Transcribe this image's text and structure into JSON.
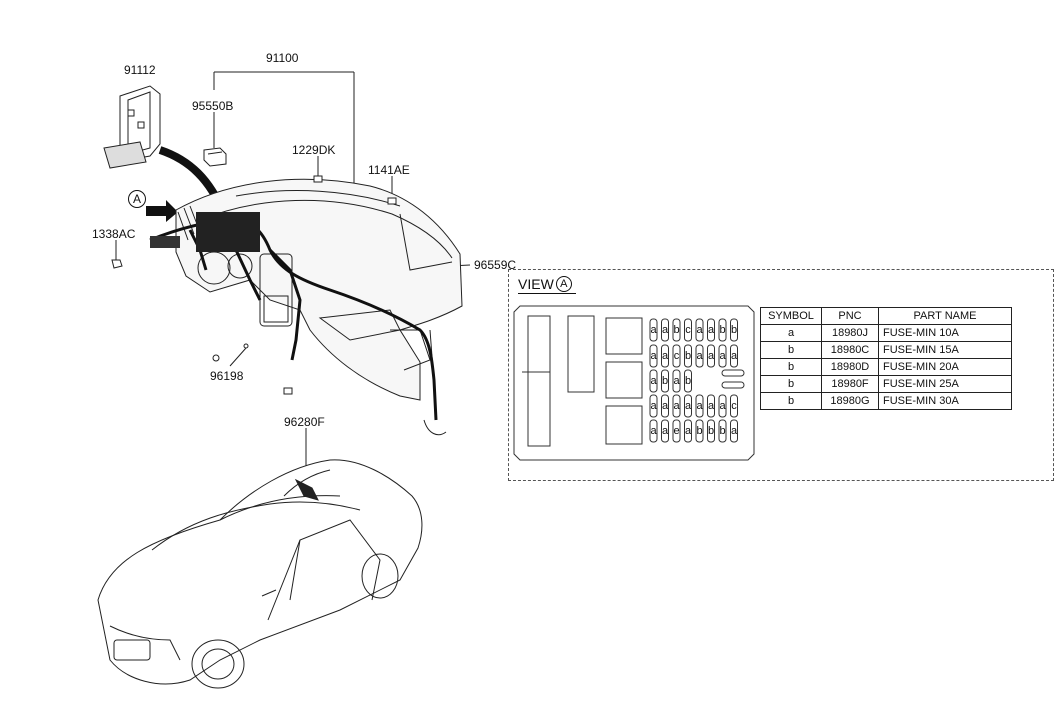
{
  "callouts": {
    "c91100": "91100",
    "c91112": "91112",
    "c95550B": "95550B",
    "c1229DK": "1229DK",
    "c1141AE": "1141AE",
    "c1338AC": "1338AC",
    "c96559C": "96559C",
    "c96198": "96198",
    "c96280F": "96280F",
    "view_marker": "A"
  },
  "view": {
    "title": "VIEW",
    "marker": "A"
  },
  "fuse_rows": [
    [
      "a",
      "a",
      "b",
      "c",
      "a",
      "a",
      "b",
      "b"
    ],
    [
      "a",
      "a",
      "c",
      "b",
      "a",
      "a",
      "a",
      "a"
    ],
    [
      "a",
      "b",
      "a",
      "b"
    ],
    [
      "a",
      "a",
      "a",
      "a",
      "a",
      "a",
      "a",
      "c"
    ],
    [
      "a",
      "a",
      "e",
      "a",
      "b",
      "b",
      "b",
      "a"
    ]
  ],
  "parts_table": {
    "headers": [
      "SYMBOL",
      "PNC",
      "PART NAME"
    ],
    "rows": [
      {
        "symbol": "a",
        "pnc": "18980J",
        "part_name": "FUSE-MIN 10A"
      },
      {
        "symbol": "b",
        "pnc": "18980C",
        "part_name": "FUSE-MIN 15A"
      },
      {
        "symbol": "b",
        "pnc": "18980D",
        "part_name": "FUSE-MIN 20A"
      },
      {
        "symbol": "b",
        "pnc": "18980F",
        "part_name": "FUSE-MIN 25A"
      },
      {
        "symbol": "b",
        "pnc": "18980G",
        "part_name": "FUSE-MIN 30A"
      }
    ]
  }
}
